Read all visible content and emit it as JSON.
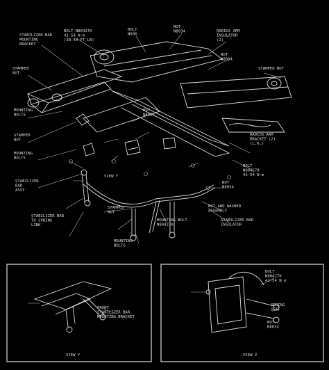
{
  "labels": [
    {
      "id": "stab-bar-mounting-bracket-top",
      "lines": [
        "STABILIZER BAR",
        "MOUNTING",
        "BRACKET"
      ]
    },
    {
      "id": "bolt-top",
      "lines": [
        "BOLT N804270",
        "41-54 N·m",
        "(30-40 FT-LB)"
      ]
    },
    {
      "id": "bolt-top-center",
      "lines": [
        "BOLT",
        "N606"
      ]
    },
    {
      "id": "nut-top",
      "lines": [
        "NUT",
        "N8034"
      ]
    },
    {
      "id": "radius-arm",
      "lines": [
        "RADIUS ARM",
        "INSULATOR",
        "(2)"
      ]
    },
    {
      "id": "stamped-nut-left",
      "lines": [
        "STAMPED",
        "NUT"
      ]
    },
    {
      "id": "stamped-nut-right",
      "lines": [
        "STAMPED NUT"
      ]
    },
    {
      "id": "nut-center",
      "lines": [
        "NUT",
        "N8034"
      ]
    },
    {
      "id": "mounting-bolts-left",
      "lines": [
        "MOUNTING",
        "BOLTS"
      ]
    },
    {
      "id": "stamped-nut-mid",
      "lines": [
        "STAMPED",
        "NUT"
      ]
    },
    {
      "id": "mounting-bolts-mid",
      "lines": [
        "MOUNTING",
        "BOLTS"
      ]
    },
    {
      "id": "stab-bar-left",
      "lines": [
        "STABILIZER",
        "BAR",
        "ASSY"
      ]
    },
    {
      "id": "view-y-arrow",
      "lines": [
        "VIEW Y"
      ]
    },
    {
      "id": "stab-bar-link",
      "lines": [
        "STABILIZER BAR",
        "TO SPRING",
        "LINK"
      ]
    },
    {
      "id": "nut-right",
      "lines": [
        "NUT",
        "N8034"
      ]
    },
    {
      "id": "radius-arm-right",
      "lines": [
        "RADIUS ARM",
        "BRACKET (2)",
        "(L.H.)"
      ]
    },
    {
      "id": "torque-right",
      "lines": [
        "BOLT",
        "N804270",
        "41-54 N·m"
      ]
    },
    {
      "id": "nut-washer",
      "lines": [
        "NUT AND WASHER",
        "ASSEMBLY"
      ]
    },
    {
      "id": "stab-bar-insulator",
      "lines": [
        "STABILIZER BAR",
        "INSULATOR"
      ]
    },
    {
      "id": "mounting-bolt-bottom",
      "lines": [
        "MOUNTING BOLT",
        "N804270"
      ]
    },
    {
      "id": "nut-bottom",
      "lines": [
        "NUT",
        "N8034"
      ]
    },
    {
      "id": "stamped-nut-bottom",
      "lines": [
        "STAMPED",
        "NUT"
      ]
    },
    {
      "id": "mounting-bolts-bottom",
      "lines": [
        "MOUNTING",
        "BOLTS"
      ]
    },
    {
      "id": "front-stab-bar",
      "lines": [
        "FRONT",
        "STABILIZER BAR",
        "MOUNTING BRACKET"
      ]
    },
    {
      "id": "bolt-view-z",
      "lines": [
        "BOLT",
        "N804270",
        "41-54 N·m"
      ]
    },
    {
      "id": "spring-seat",
      "lines": [
        "SPRING",
        "SEAT"
      ]
    },
    {
      "id": "nut-view-z",
      "lines": [
        "NUT",
        "N8034"
      ]
    }
  ],
  "views": {
    "view_y": "VIEW Y",
    "view_z": "VIEW Z"
  }
}
